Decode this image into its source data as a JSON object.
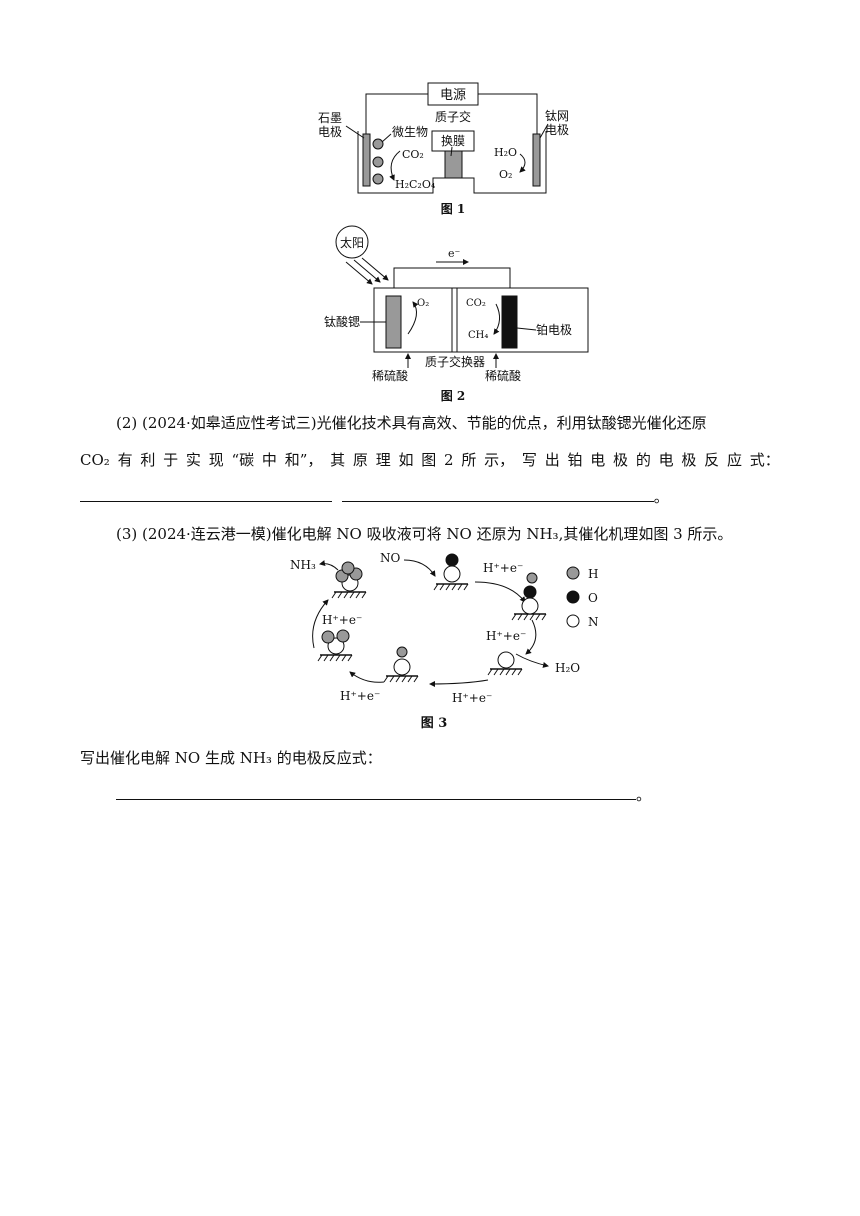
{
  "fig1": {
    "power_label": "电源",
    "left_electrode": [
      "石墨",
      "电极"
    ],
    "right_electrode": [
      "钛网",
      "电极"
    ],
    "membrane": [
      "质子交",
      "换膜"
    ],
    "microbe": "微生物",
    "co2": "CO₂",
    "h2c2o4": "H₂C₂O₄",
    "h2o": "H₂O",
    "o2": "O₂",
    "caption": "图 1"
  },
  "fig2": {
    "sun": "太阳",
    "electron": "e⁻",
    "left_label": "钛酸锶",
    "right_label": "铂电极",
    "o2": "O₂",
    "co2": "CO₂",
    "ch4": "CH₄",
    "exchanger": "质子交换器",
    "acid_left": "稀硫酸",
    "acid_right": "稀硫酸",
    "caption": "图 2"
  },
  "q2": {
    "line1": "(2) (2024·如皋适应性考试三)光催化技术具有高效、节能的优点，利用钛酸锶光催化还原",
    "line2_chars": [
      "CO₂",
      "有",
      "利",
      "于",
      "实",
      "现",
      "“碳",
      "中",
      "和”，",
      "其",
      "原",
      "理",
      "如",
      "图",
      "2",
      "所",
      "示，",
      "写",
      "出",
      "铂",
      "电",
      "极",
      "的",
      "电",
      "极",
      "反",
      "应",
      "式："
    ],
    "end": "。"
  },
  "q3": {
    "line": "(3) (2024·连云港一模)催化电解 NO 吸收液可将 NO 还原为 NH₃,其催化机理如图 3 所示。"
  },
  "fig3": {
    "nh3": "NH₃",
    "no": "NO",
    "h_e": "H⁺+e⁻",
    "h2o": "H₂O",
    "legend": [
      "H",
      "O",
      "N"
    ],
    "caption": "图 3"
  },
  "q3b": {
    "prompt": "写出催化电解 NO 生成 NH₃ 的电极反应式：",
    "end": "。"
  }
}
